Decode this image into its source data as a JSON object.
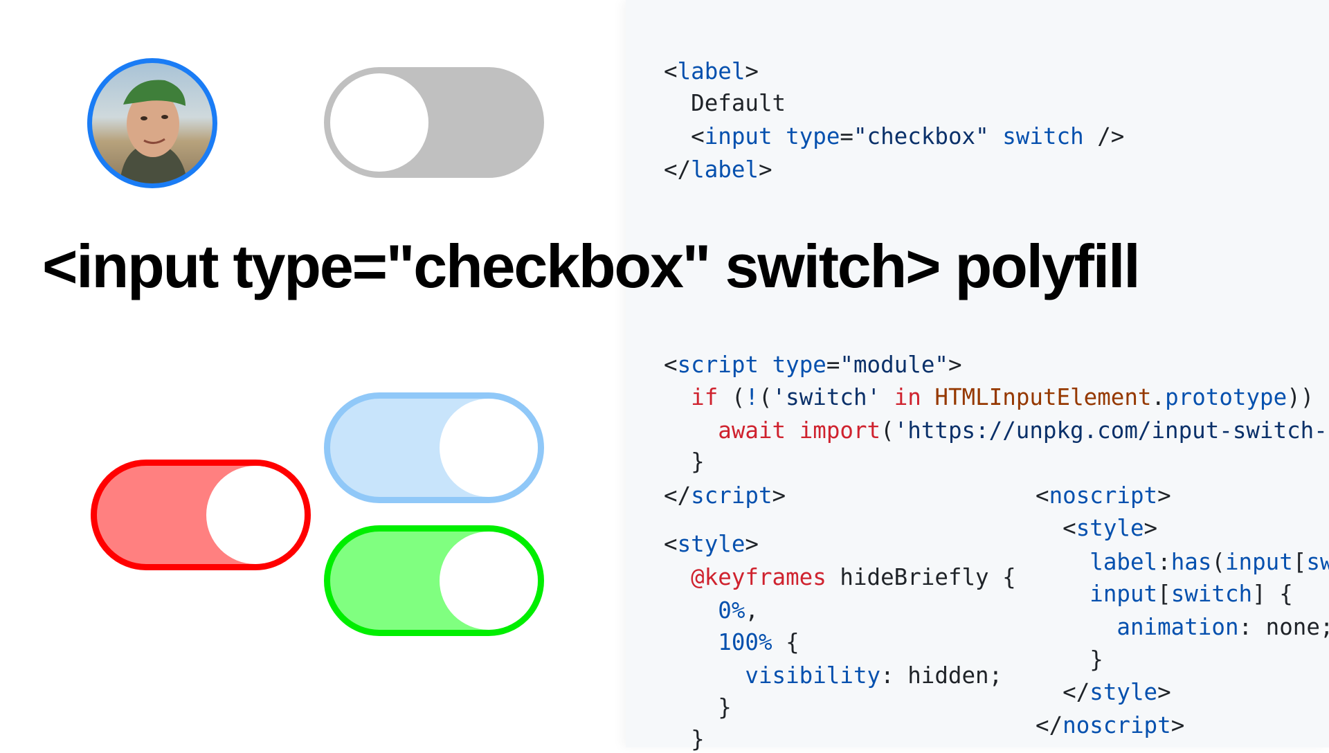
{
  "title": "<input type=\"checkbox\" switch> polyfill",
  "switches": [
    {
      "name": "default",
      "state": "off",
      "border": "#c0c0c0",
      "fill": "#c0c0c0"
    },
    {
      "name": "blue",
      "state": "on",
      "border": "#90c8f8",
      "fill": "#c8e4fb"
    },
    {
      "name": "red",
      "state": "on",
      "border": "#ff0000",
      "fill": "#ff8080"
    },
    {
      "name": "green",
      "state": "on",
      "border": "#00ee00",
      "fill": "#80ff80"
    }
  ],
  "avatar_border": "#1a7cf5",
  "code": {
    "label_block": [
      [
        [
          "<",
          "p"
        ],
        [
          "label",
          "n"
        ],
        [
          ">",
          "p"
        ]
      ],
      [
        [
          "  Default",
          "p"
        ]
      ],
      [
        [
          "  <",
          "p"
        ],
        [
          "input",
          "n"
        ],
        [
          " ",
          "p"
        ],
        [
          "type",
          "n"
        ],
        [
          "=",
          "p"
        ],
        [
          "\"checkbox\"",
          "s"
        ],
        [
          " ",
          "p"
        ],
        [
          "switch",
          "n"
        ],
        [
          " />",
          "p"
        ]
      ],
      [
        [
          "</",
          "p"
        ],
        [
          "label",
          "n"
        ],
        [
          ">",
          "p"
        ]
      ]
    ],
    "script_block": [
      [
        [
          "<",
          "p"
        ],
        [
          "script",
          "n"
        ],
        [
          " ",
          "p"
        ],
        [
          "type",
          "n"
        ],
        [
          "=",
          "p"
        ],
        [
          "\"module\"",
          "s"
        ],
        [
          ">",
          "p"
        ]
      ],
      [
        [
          "  ",
          "p"
        ],
        [
          "if",
          "k"
        ],
        [
          " (",
          "p"
        ],
        [
          "!",
          "n"
        ],
        [
          "(",
          "p"
        ],
        [
          "'switch'",
          "s"
        ],
        [
          " ",
          "p"
        ],
        [
          "in",
          "k"
        ],
        [
          " ",
          "p"
        ],
        [
          "HTMLInputElement",
          "o"
        ],
        [
          ".",
          "p"
        ],
        [
          "prototype",
          "n"
        ],
        [
          "))",
          "p"
        ]
      ],
      [
        [
          "    ",
          "p"
        ],
        [
          "await",
          "k"
        ],
        [
          " ",
          "p"
        ],
        [
          "import",
          "k"
        ],
        [
          "(",
          "p"
        ],
        [
          "'https://unpkg.com/input-switch-",
          "s"
        ]
      ],
      [
        [
          "  }",
          "p"
        ]
      ],
      [
        [
          "</",
          "p"
        ],
        [
          "script",
          "n"
        ],
        [
          ">",
          "p"
        ]
      ]
    ],
    "style_block": [
      [
        [
          "<",
          "p"
        ],
        [
          "style",
          "n"
        ],
        [
          ">",
          "p"
        ]
      ],
      [
        [
          "  ",
          "p"
        ],
        [
          "@keyframes",
          "k"
        ],
        [
          " hideBriefly {",
          "p"
        ]
      ],
      [
        [
          "    ",
          "p"
        ],
        [
          "0%",
          "n"
        ],
        [
          ",",
          "p"
        ]
      ],
      [
        [
          "    ",
          "p"
        ],
        [
          "100%",
          "n"
        ],
        [
          " {",
          "p"
        ]
      ],
      [
        [
          "      ",
          "p"
        ],
        [
          "visibility",
          "n"
        ],
        [
          ": hidden;",
          "p"
        ]
      ],
      [
        [
          "    }",
          "p"
        ]
      ],
      [
        [
          "  }",
          "p"
        ]
      ]
    ],
    "noscript_block": [
      [
        [
          "<",
          "p"
        ],
        [
          "noscript",
          "n"
        ],
        [
          ">",
          "p"
        ]
      ],
      [
        [
          "  <",
          "p"
        ],
        [
          "style",
          "n"
        ],
        [
          ">",
          "p"
        ]
      ],
      [
        [
          "    ",
          "p"
        ],
        [
          "label",
          "n"
        ],
        [
          ":",
          "p"
        ],
        [
          "has",
          "n"
        ],
        [
          "(",
          "p"
        ],
        [
          "input",
          "n"
        ],
        [
          "[",
          "p"
        ],
        [
          "sw",
          "n"
        ]
      ],
      [
        [
          "    ",
          "p"
        ],
        [
          "input",
          "n"
        ],
        [
          "[",
          "p"
        ],
        [
          "switch",
          "n"
        ],
        [
          "] {",
          "p"
        ]
      ],
      [
        [
          "      ",
          "p"
        ],
        [
          "animation",
          "n"
        ],
        [
          ": none;",
          "p"
        ]
      ],
      [
        [
          "    }",
          "p"
        ]
      ],
      [
        [
          "  </",
          "p"
        ],
        [
          "style",
          "n"
        ],
        [
          ">",
          "p"
        ]
      ],
      [
        [
          "</",
          "p"
        ],
        [
          "noscript",
          "n"
        ],
        [
          ">",
          "p"
        ]
      ]
    ]
  }
}
